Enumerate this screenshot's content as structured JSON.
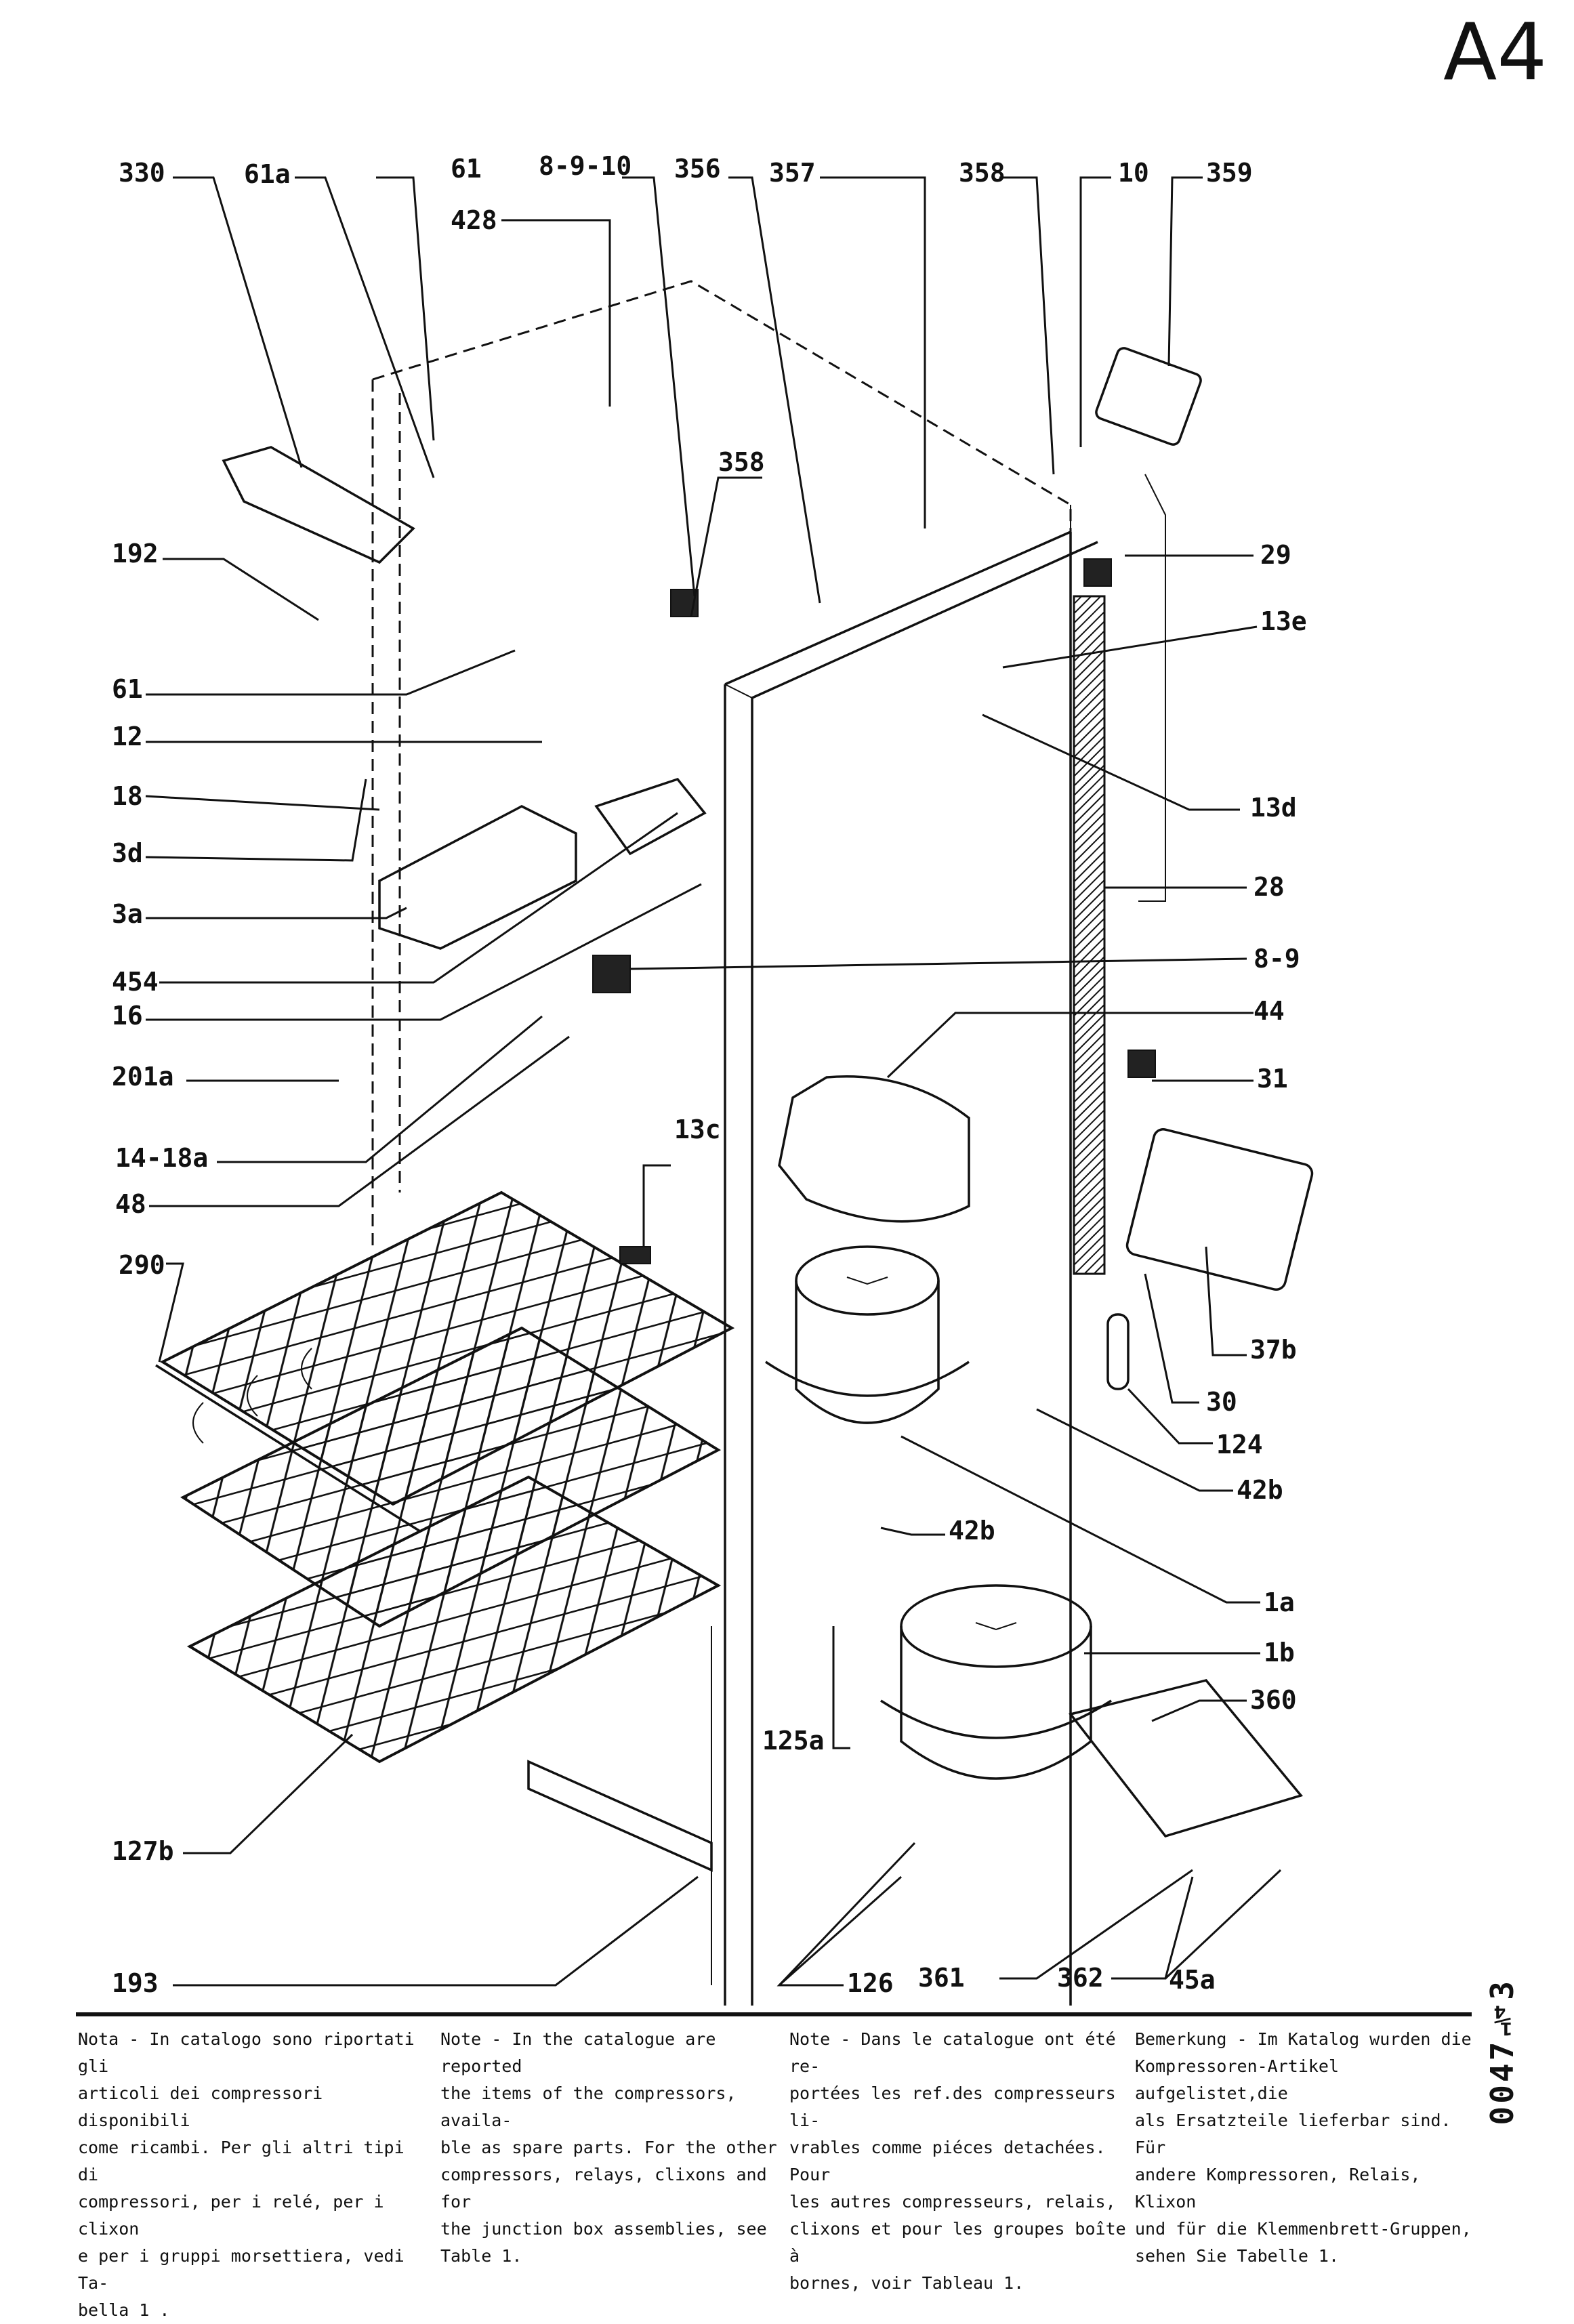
{
  "sheet": {
    "id": "A4",
    "doc_number": "0047¼3"
  },
  "labels": {
    "l330": "330",
    "l61a": "61a",
    "l61_top": "61",
    "l8910": "8-9-10",
    "l356": "356",
    "l357": "357",
    "l358_top": "358",
    "l10": "10",
    "l359": "359",
    "l428": "428",
    "l358_mid": "358",
    "l192": "192",
    "l29": "29",
    "l13e": "13e",
    "l61_side": "61",
    "l12": "12",
    "l13d": "13d",
    "l18": "18",
    "l3d": "3d",
    "l28": "28",
    "l3a": "3a",
    "l454": "454",
    "l89": "8-9",
    "l16": "16",
    "l44": "44",
    "l201a": "201a",
    "l31": "31",
    "l1418a": "14-18a",
    "l13c": "13c",
    "l48": "48",
    "l290": "290",
    "l37b": "37b",
    "l30": "30",
    "l124": "124",
    "l42b_r": "42b",
    "l42b_m": "42b",
    "l1a": "1a",
    "l1b": "1b",
    "l360": "360",
    "l125a": "125a",
    "l127b": "127b",
    "l193": "193",
    "l126": "126",
    "l361": "361",
    "l362": "362",
    "l45a": "45a"
  },
  "notes": {
    "it": "Nota - In catalogo sono riportati gli\narticoli dei compressori disponibili\ncome ricambi. Per gli altri tipi di\ncompressori, per i relé, per i clixon\ne per i gruppi morsettiera, vedi Ta-\nbella 1 .",
    "en": "Note - In the catalogue are reported\nthe items of the compressors, availa-\nble as spare parts. For the other\ncompressors, relays, clixons and for\nthe junction box assemblies, see\nTable 1.",
    "fr": "Note - Dans le catalogue ont été re-\nportées les ref.des compresseurs li-\nvrables comme piéces detachées. Pour\nles autres compresseurs, relais,\nclixons et pour les groupes boîte à\nbornes, voir Tableau 1.",
    "de": "Bemerkung - Im Katalog wurden die\nKompressoren-Artikel aufgelistet,die\nals Ersatzteile lieferbar sind. Für\nandere Kompressoren, Relais, Klixon\nund für die Klemmenbrett-Gruppen,\nsehen Sie Tabelle 1."
  }
}
